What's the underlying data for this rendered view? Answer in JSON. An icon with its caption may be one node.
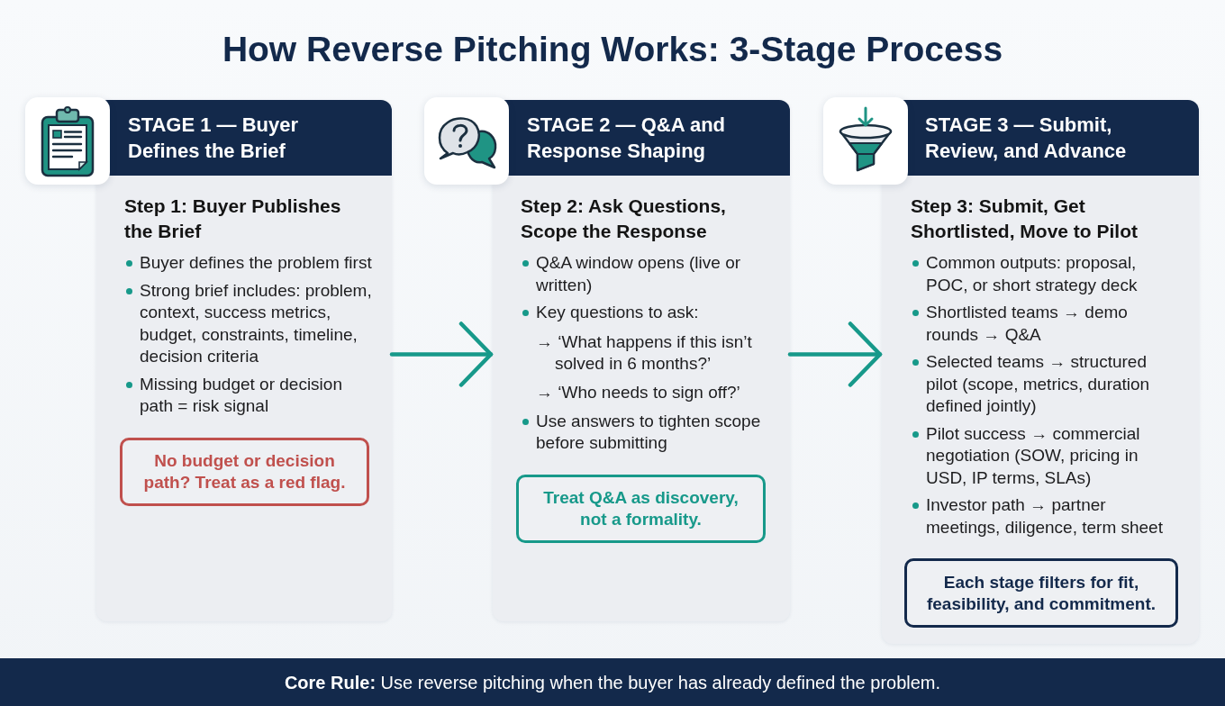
{
  "diagram": {
    "title": "How Reverse Pitching Works: 3-Stage Process",
    "nodes": [
      {
        "text": [
          "STAGE 1 — Buyer Defines the Brief",
          "Step 1: Buyer Publishes the Brief",
          "Buyer defines the problem first",
          "Strong brief includes: problem, context, success metrics, budget, constraints, timeline, decision criteria",
          "Missing budget or decision path = risk signal"
        ]
      },
      {
        "text": [
          "No budget or decision path? Treat as a red flag."
        ],
        "in": 0
      },
      {
        "text": [
          "STAGE 2 — Q&A and Response Shaping",
          "Step 2: Ask Questions, Scope the Response",
          "Q&A window opens (live or written)",
          "Key questions to ask:",
          "→ ‘What happens if this isn’t solved in 6 months?’",
          "→ ‘Who needs to sign off?’",
          "Use answers to tighten scope before submitting"
        ]
      },
      {
        "text": [
          "Treat Q&A as discovery, not a formality."
        ],
        "in": 2
      },
      {
        "text": [
          "STAGE 3 — Submit, Review, and Advance",
          "Step 3: Submit, Get Shortlisted, Move to Pilot",
          "Common outputs: proposal, POC, or short strategy deck",
          "Shortlisted teams → demo rounds → Q&A",
          "Selected teams → structured pilot (scope, metrics, duration defined jointly)",
          "Pilot success → commercial negotiation (SOW, pricing in USD, IP terms, SLAs)",
          "Investor path → partner meetings, diligence, term sheet"
        ]
      },
      {
        "text": [
          "Each stage filters for fit, feasibility, and commitment."
        ],
        "in": 4
      },
      {
        "text": [
          "**Core Rule:** Use reverse pitching when the buyer has already defined the problem."
        ]
      }
    ],
    "edges": [
      {
        "from": 0,
        "to": 2,
        "arrow": "to"
      },
      {
        "from": 2,
        "to": 4,
        "arrow": "to"
      }
    ]
  }
}
